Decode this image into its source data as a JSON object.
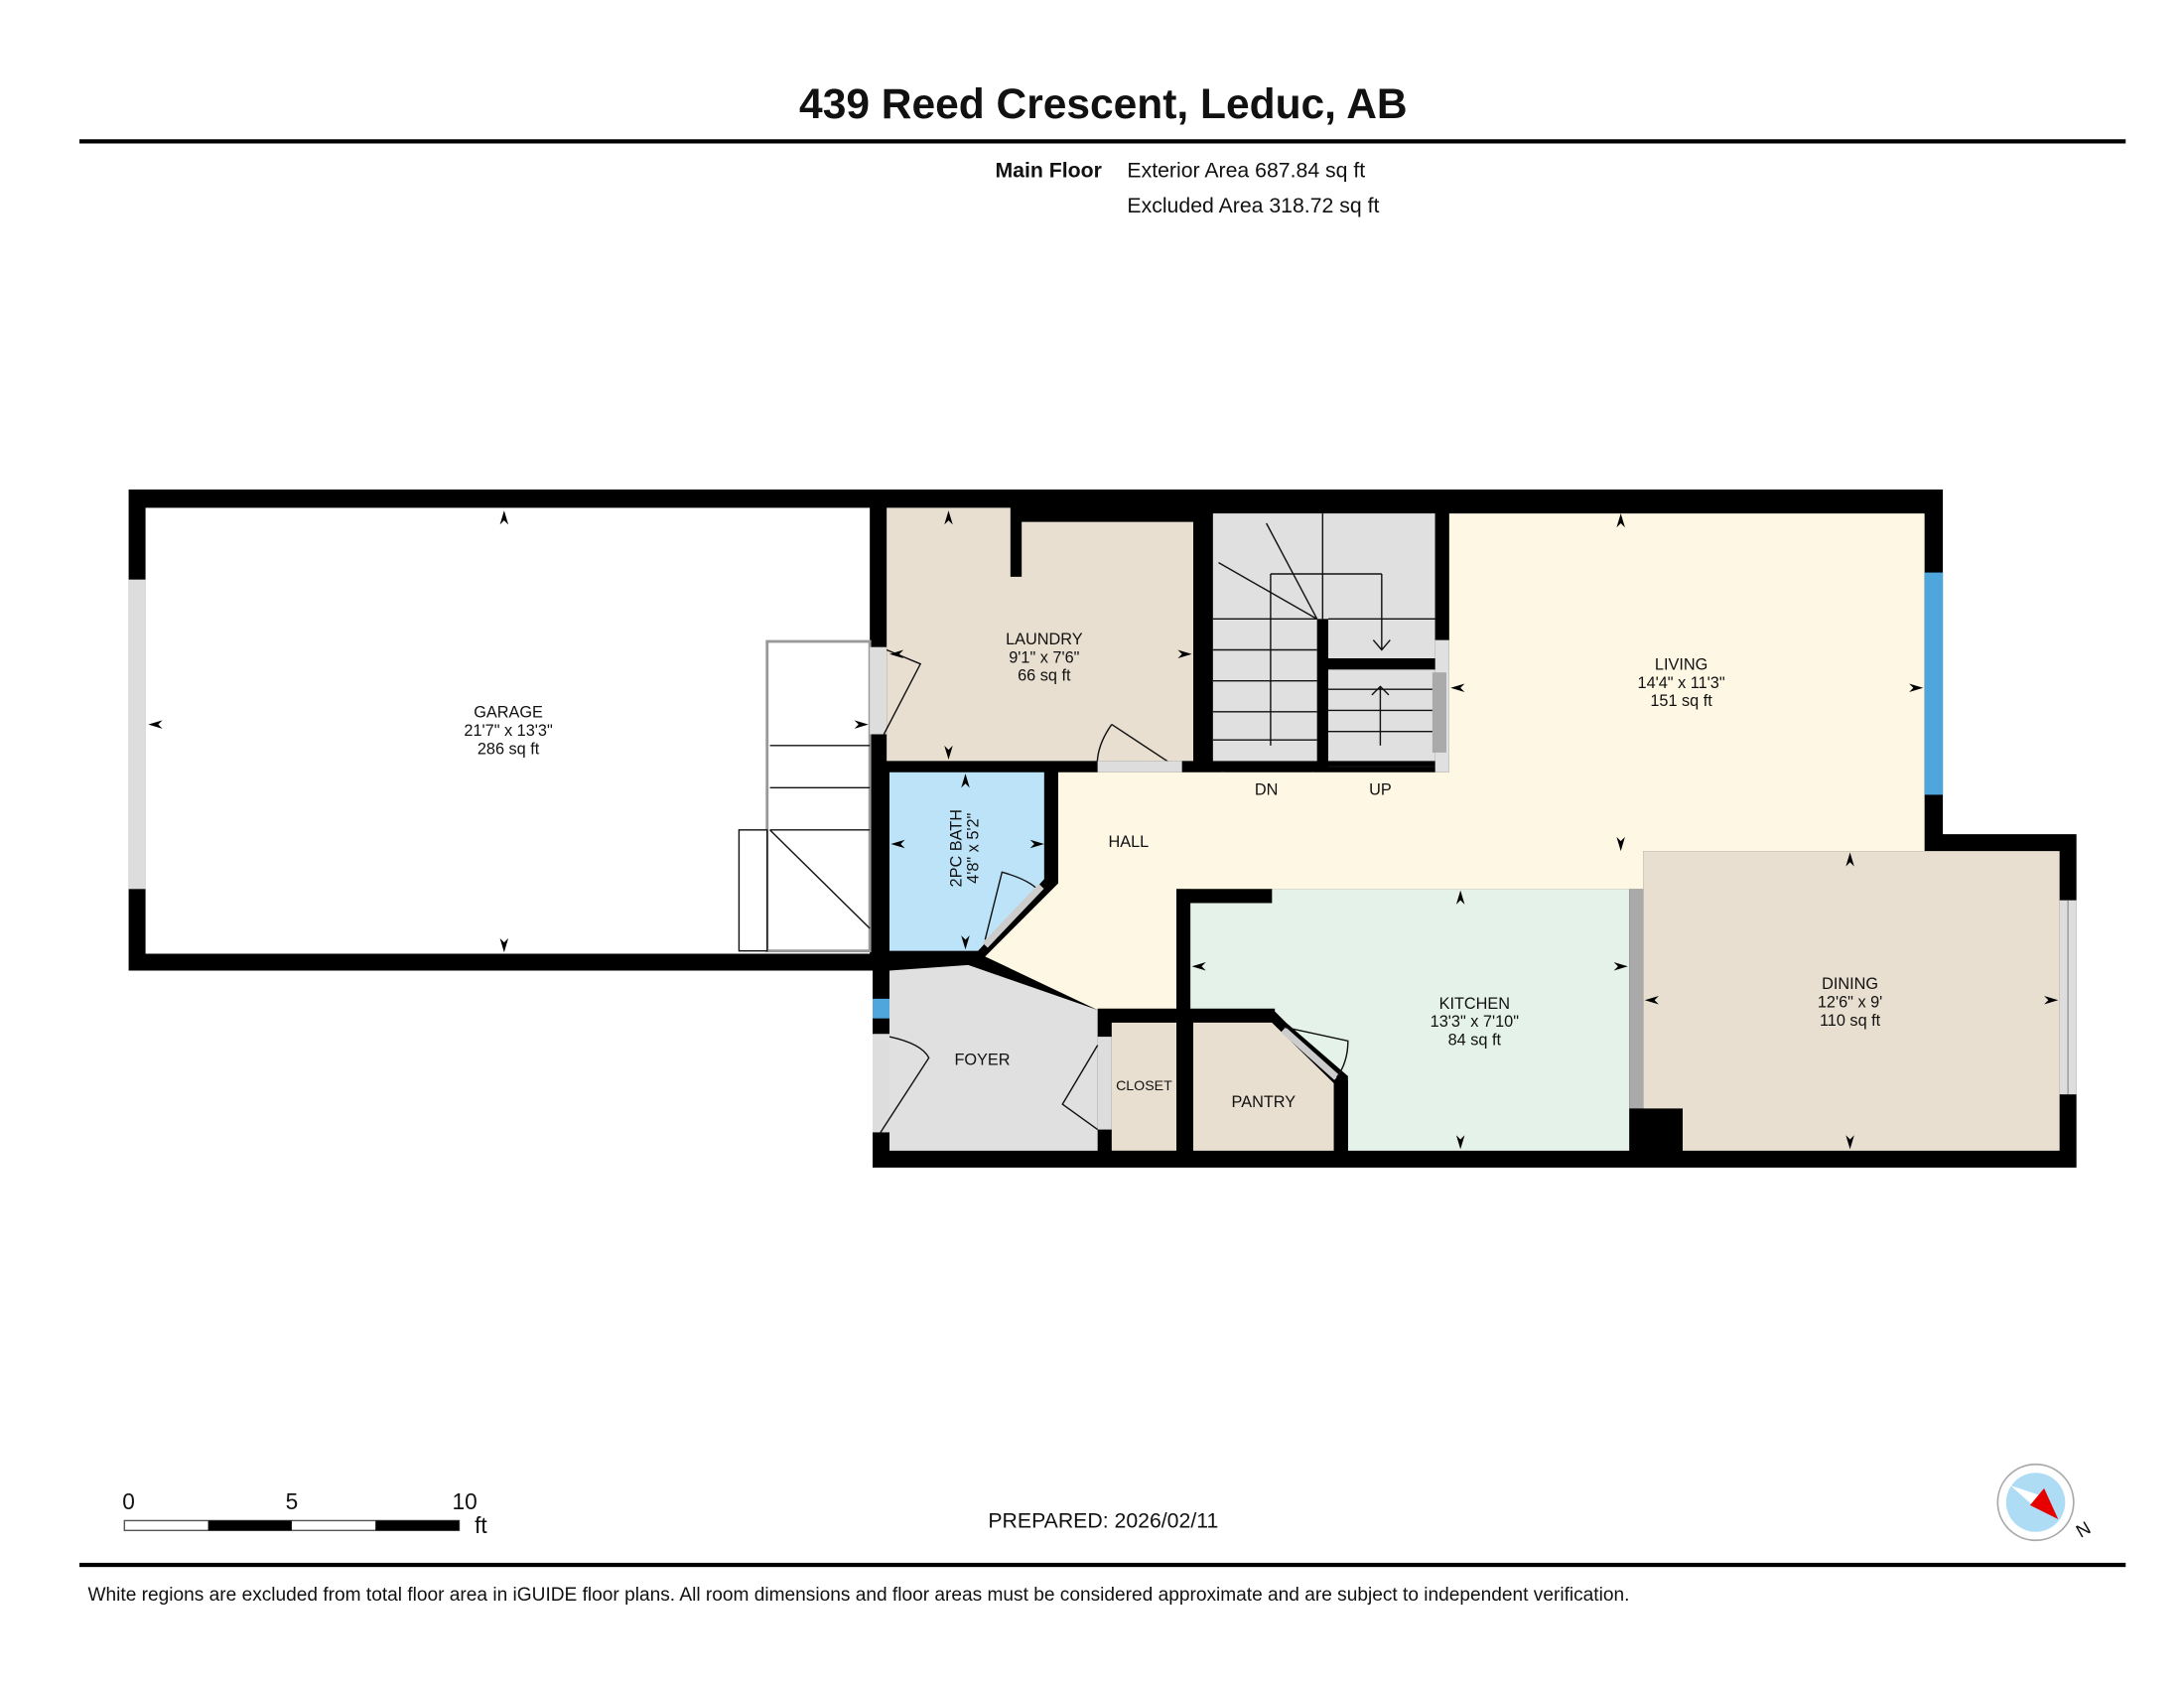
{
  "header": {
    "title": "439 Reed Crescent, Leduc, AB",
    "floor_label": "Main Floor",
    "exterior_area": "Exterior Area 687.84 sq ft",
    "excluded_area": "Excluded Area 318.72 sq ft"
  },
  "rooms": {
    "garage": {
      "name": "GARAGE",
      "dims": "21'7\" x 13'3\"",
      "area": "286 sq ft"
    },
    "laundry": {
      "name": "LAUNDRY",
      "dims": "9'1\" x 7'6\"",
      "area": "66 sq ft"
    },
    "living": {
      "name": "LIVING",
      "dims": "14'4\" x 11'3\"",
      "area": "151 sq ft"
    },
    "bath": {
      "name": "2PC BATH",
      "dims": "4'8\" x 5'2\""
    },
    "hall": {
      "name": "HALL"
    },
    "kitchen": {
      "name": "KITCHEN",
      "dims": "13'3\" x 7'10\"",
      "area": "84 sq ft"
    },
    "dining": {
      "name": "DINING",
      "dims": "12'6\" x 9'",
      "area": "110 sq ft"
    },
    "foyer": {
      "name": "FOYER"
    },
    "closet": {
      "name": "CLOSET"
    },
    "pantry": {
      "name": "PANTRY"
    },
    "stairs_down": "DN",
    "stairs_up": "UP"
  },
  "colors": {
    "laundry": "#e8dfd0",
    "dining": "#e8dfd0",
    "living": "#fdf7e3",
    "kitchen": "#e4f2ea",
    "bath": "#bde3f8",
    "foyer": "#e0e0e0",
    "stairs": "#e0e0e0",
    "window_blue": "#4ea6dc"
  },
  "scale_bar": {
    "labels": [
      "0",
      "5",
      "10"
    ],
    "unit": "ft"
  },
  "prepared": "PREPARED: 2026/02/11",
  "compass": {
    "icon": "compass-north-icon",
    "label": "N"
  },
  "footer": {
    "disclaimer": "White regions are excluded from total floor area in iGUIDE floor plans. All room dimensions and floor areas must be considered approximate and are subject to independent verification."
  }
}
